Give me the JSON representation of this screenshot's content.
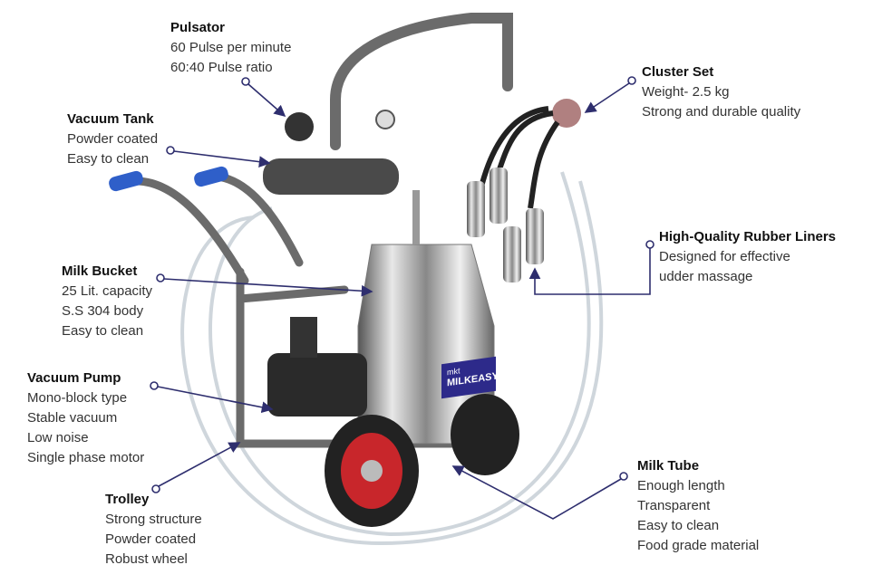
{
  "colors": {
    "leader": "#2e2e6e",
    "frame": "#6b6b6b",
    "handle": "#2f5fc9",
    "wheel": "#c8262b",
    "brand": "#2d2a8a"
  },
  "brand_label": {
    "line1": "mkt",
    "line2_a": "MILK",
    "line2_b": "EASY"
  },
  "callouts": [
    {
      "id": "pulsator",
      "title": "Pulsator",
      "lines": [
        "60 Pulse per minute",
        "60:40 Pulse ratio"
      ]
    },
    {
      "id": "vacuum-tank",
      "title": "Vacuum Tank",
      "lines": [
        "Powder coated",
        "Easy to clean"
      ]
    },
    {
      "id": "cluster-set",
      "title": "Cluster Set",
      "lines": [
        "Weight- 2.5 kg",
        "Strong and durable quality"
      ]
    },
    {
      "id": "rubber-liners",
      "title": "High-Quality Rubber Liners",
      "lines": [
        "Designed for effective",
        "udder massage"
      ]
    },
    {
      "id": "milk-bucket",
      "title": "Milk Bucket",
      "lines": [
        "25 Lit. capacity",
        "S.S 304 body",
        "Easy to clean"
      ]
    },
    {
      "id": "vacuum-pump",
      "title": "Vacuum Pump",
      "lines": [
        "Mono-block type",
        "Stable vacuum",
        "Low noise",
        "Single phase motor"
      ]
    },
    {
      "id": "trolley",
      "title": "Trolley",
      "lines": [
        "Strong structure",
        "Powder coated",
        "Robust wheel"
      ]
    },
    {
      "id": "milk-tube",
      "title": "Milk Tube",
      "lines": [
        "Enough length",
        "Transparent",
        "Easy to clean",
        "Food grade material"
      ]
    }
  ]
}
